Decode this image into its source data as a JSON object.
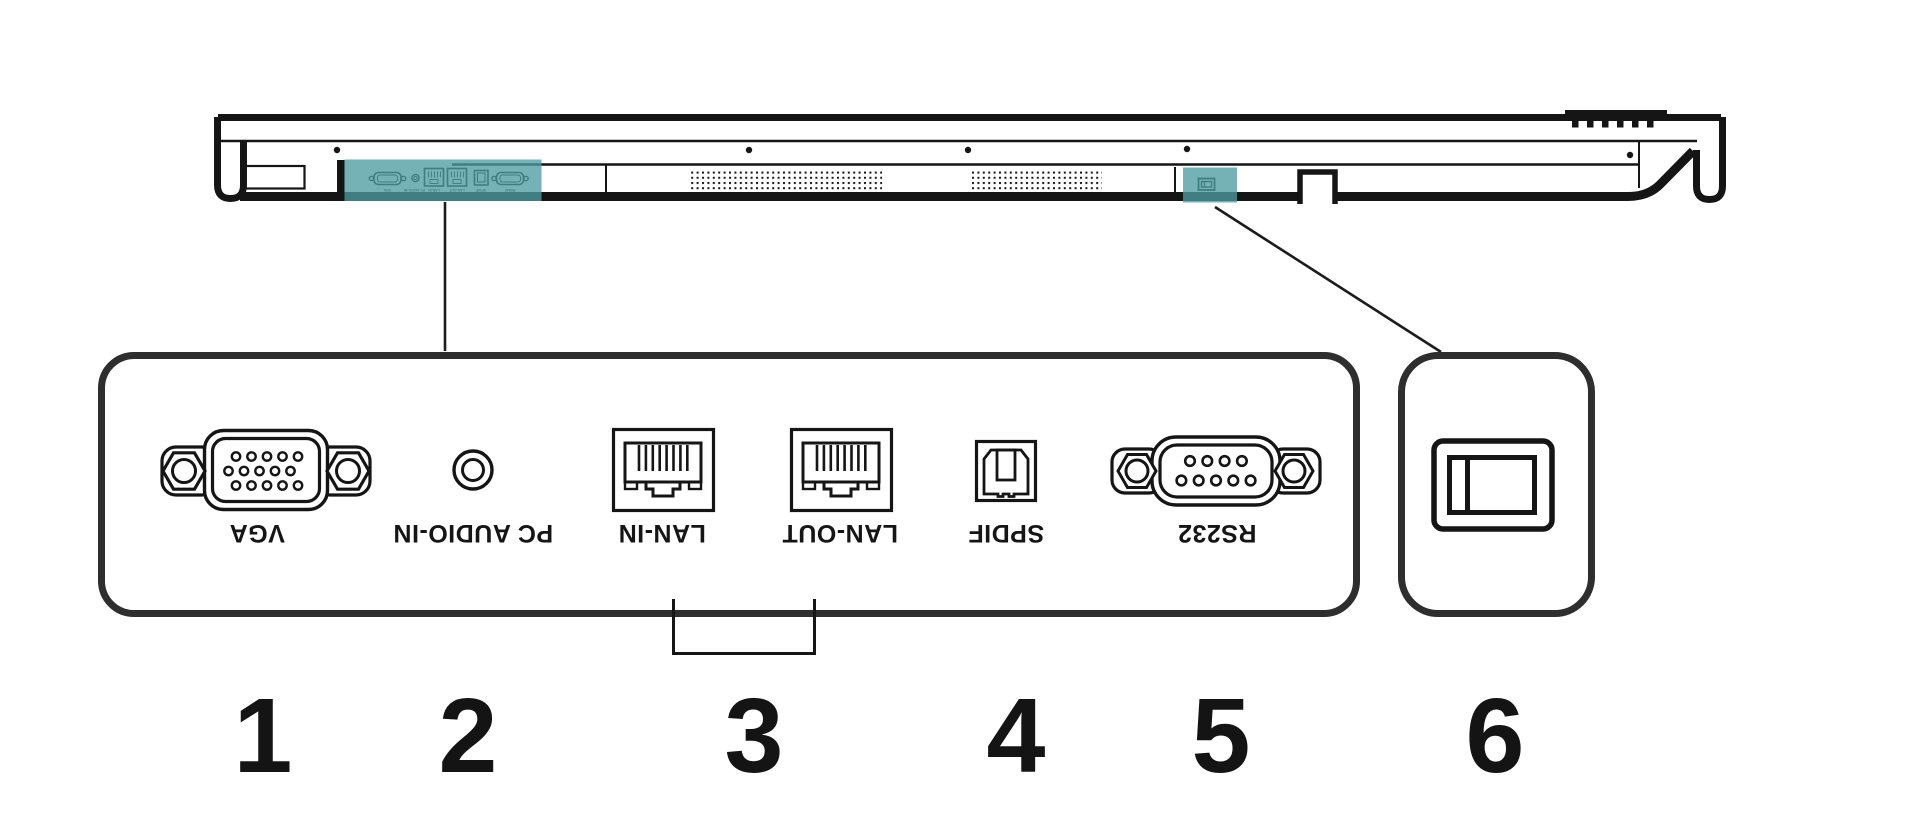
{
  "colors": {
    "accent": "#4d9ca1",
    "ink": "#111111"
  },
  "ports": [
    {
      "label": "VGA",
      "callout": "1"
    },
    {
      "label": "PC AUDIO-IN",
      "callout": "2"
    },
    {
      "label": "LAN-IN",
      "callout": "3"
    },
    {
      "label": "LAN-OUT",
      "callout": "3"
    },
    {
      "label": "SPDIF",
      "callout": "4"
    },
    {
      "label": "RS232",
      "callout": "5"
    }
  ],
  "power_switch": {
    "callout": "6"
  },
  "callout_numbers": [
    "1",
    "2",
    "3",
    "4",
    "5",
    "6"
  ]
}
